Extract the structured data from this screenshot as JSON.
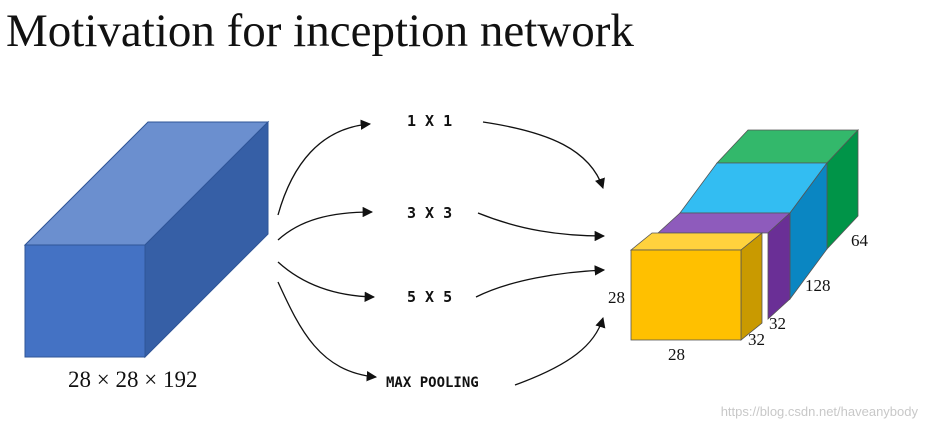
{
  "title": "Motivation for inception network",
  "input": {
    "dims": "28 × 28 × 192",
    "colors": {
      "front": "#4472c4",
      "top": "#6b8fcf",
      "side": "#365fa6"
    }
  },
  "operations": [
    "1 X 1",
    "3 X 3",
    "5 X 5",
    "MAX POOLING"
  ],
  "output": {
    "height_label": "28",
    "width_label": "28",
    "depth_labels": [
      "32",
      "32",
      "128",
      "64"
    ],
    "colors": {
      "yellow": "#ffc000",
      "purple": "#7030a0",
      "blue": "#33bdf2",
      "green": "#33b86b"
    }
  },
  "watermark": "https://blog.csdn.net/haveanybody"
}
